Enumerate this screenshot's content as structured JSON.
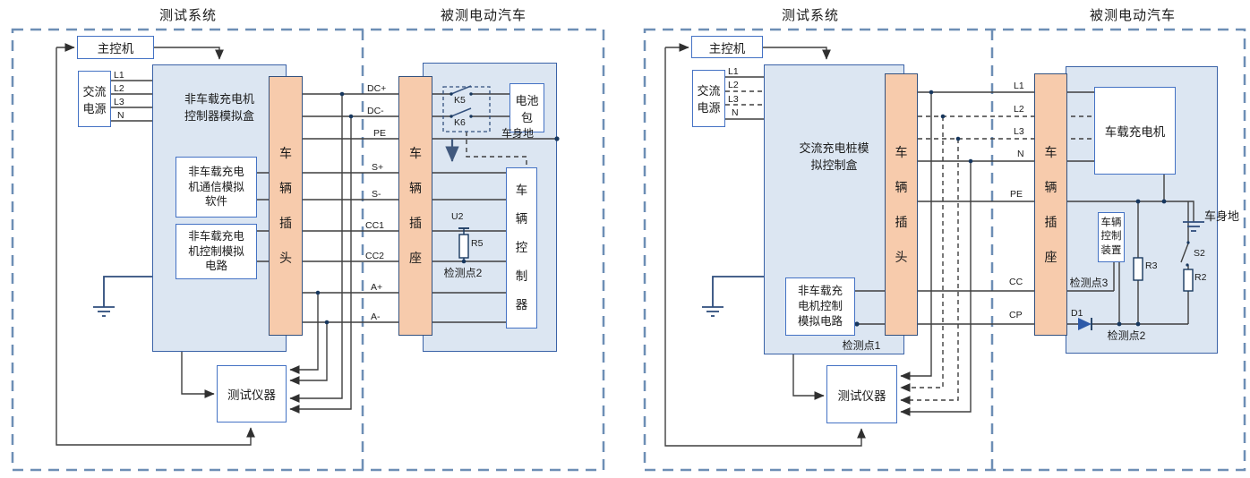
{
  "colors": {
    "frame_dash": "#6d8eb5",
    "blue_box_fill": "#dce6f2",
    "blue_box_border": "#3a62a7",
    "orange_box_fill": "#f7cbac",
    "navy_symbol": "#17375e",
    "wire": "#3f3f3f",
    "white_box_border": "#4472c4"
  },
  "panels": {
    "left": {
      "title_test": "测试系统",
      "title_ev": "被测电动汽车",
      "main_ctrl": "主控机",
      "ac_power": "交流\n电源",
      "phases": [
        "L1",
        "L2",
        "L3",
        "N"
      ],
      "sim_box": "非车载充电机\n控制器模拟盒",
      "comm_sim": "非车载充电\n机通信模拟\n软件",
      "ctrl_sim": "非车载充电\n机控制模拟\n电路",
      "plug": "车辆插头",
      "socket": "车辆插座",
      "sig": {
        "dcp": "DC+",
        "dcn": "DC-",
        "pe": "PE",
        "sp": "S+",
        "sn": "S-",
        "cc1": "CC1",
        "cc2": "CC2",
        "ap": "A+",
        "an": "A-"
      },
      "k5": "K5",
      "k6": "K6",
      "battery": "电池\n包",
      "body_ground": "车身地",
      "veh_ctrl": "车辆控制器",
      "u2": "U2",
      "r5": "R5",
      "checkpoint2": "检测点2",
      "tester": "测试仪器"
    },
    "right": {
      "title_test": "测试系统",
      "title_ev": "被测电动汽车",
      "main_ctrl": "主控机",
      "ac_power": "交流\n电源",
      "phases": [
        "L1",
        "L2",
        "L3",
        "N"
      ],
      "sim_box": "交流充电桩模\n拟控制盒",
      "ctrl_sim": "非车载充\n电机控制\n模拟电路",
      "plug": "车辆插头",
      "socket": "车辆插座",
      "sig": {
        "l1": "L1",
        "l2": "L2",
        "l3": "L3",
        "n": "N",
        "pe": "PE",
        "cc": "CC",
        "cp": "CP"
      },
      "charger": "车载充电机",
      "veh_ctrl_dev": "车辆\n控制\n装置",
      "body_ground": "车身地",
      "d1": "D1",
      "r3": "R3",
      "r2": "R2",
      "s2": "S2",
      "checkpoint1": "检测点1",
      "checkpoint2": "检测点2",
      "checkpoint3": "检测点3",
      "tester": "测试仪器"
    }
  }
}
